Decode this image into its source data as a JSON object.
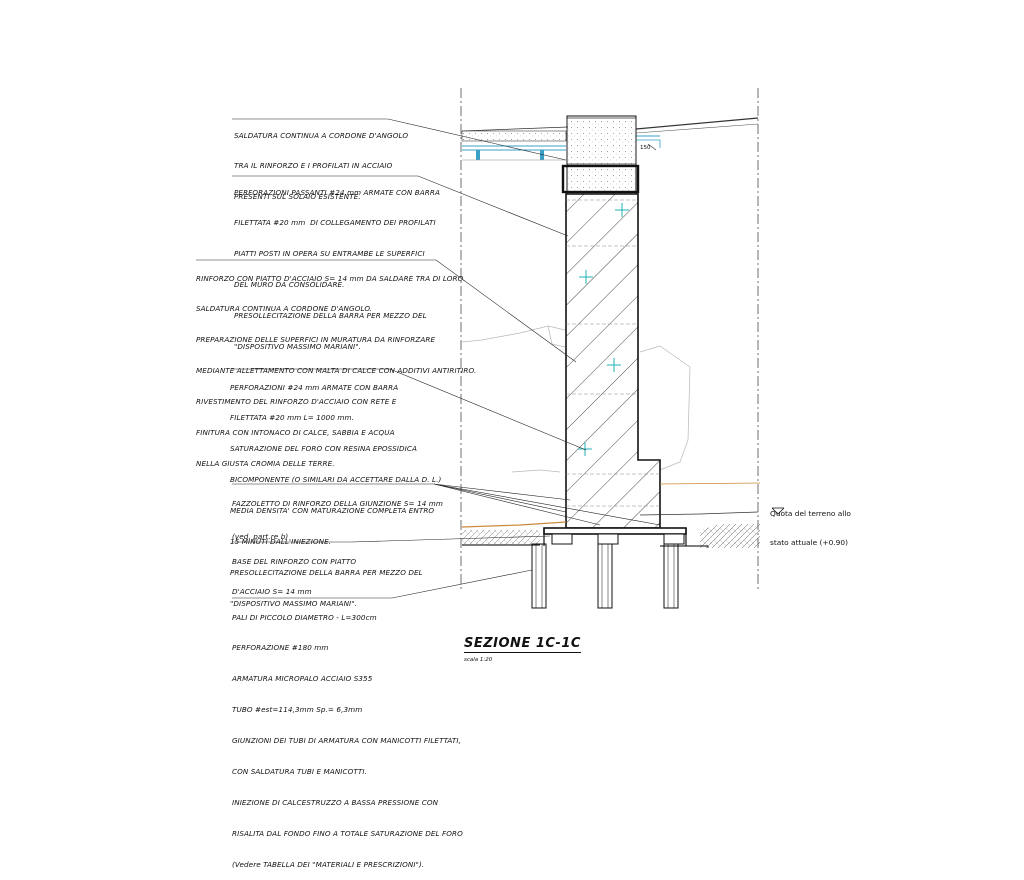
{
  "title": "SEZIONE 1C-1C",
  "scale": "scala 1:20",
  "dimension": "150",
  "ground_level": [
    "Quota del terreno allo",
    "stato attuale (+0.90)"
  ],
  "notes": [
    [
      "SALDATURA CONTINUA A CORDONE D'ANGOLO",
      "TRA IL RINFORZO E I PROFILATI IN ACCIAIO",
      "PRESENTI SUL SOLAIO ESISTENTE."
    ],
    [
      "PERFORAZIONI PASSANTI #24 mm ARMATE CON BARRA",
      "FILETTATA #20 mm  DI COLLEGAMENTO DEI PROFILATI",
      "PIATTI POSTI IN OPERA SU ENTRAMBE LE SUPERFICI",
      "DEL MURO DA CONSOLIDARE.",
      "PRESOLLECITAZIONE DELLA BARRA PER MEZZO DEL",
      "\"DISPOSITIVO MASSIMO MARIANI\"."
    ],
    [
      "RINFORZO CON PIATTO D'ACCIAIO S= 14 mm DA SALDARE TRA DI LORO.",
      "SALDATURA CONTINUA A CORDONE D'ANGOLO.",
      "PREPARAZIONE DELLE SUPERFICI IN MURATURA DA RINFORZARE",
      "MEDIANTE ALLETTAMENTO CON MALTA DI CALCE CON ADDITIVI ANTIRITIRO.",
      "RIVESTIMENTO DEL RINFORZO D'ACCIAIO CON RETE E",
      "FINITURA CON INTONACO DI CALCE, SABBIA E ACQUA",
      "NELLA GIUSTA CROMIA DELLE TERRE."
    ],
    [
      "PERFORAZIONI #24 mm ARMATE CON BARRA",
      "FILETTATA #20 mm L= 1000 mm.",
      "SATURAZIONE DEL FORO CON RESINA EPOSSIDICA",
      "BICOMPONENTE (O SIMILARI DA ACCETTARE DALLA D. L.)",
      "MEDIA DENSITA' CON MATURAZIONE COMPLETA ENTRO",
      "15 MINUTI DALL'INIEZIONE.",
      "PRESOLLECITAZIONE DELLA BARRA PER MEZZO DEL",
      "\"DISPOSITIVO MASSIMO MARIANI\"."
    ],
    [
      "FAZZOLETTO DI RINFORZO DELLA GIUNZIONE S= 14 mm",
      "(ved. part.re b)"
    ],
    [
      "BASE DEL RINFORZO CON PIATTO",
      "D'ACCIAIO S= 14 mm"
    ],
    [
      "PALI DI PICCOLO DIAMETRO - L=300cm",
      "PERFORAZIONE #180 mm",
      "ARMATURA MICROPALO ACCIAIO S355",
      "TUBO #est=114,3mm Sp.= 6,3mm",
      "GIUNZIONI DEI TUBI DI ARMATURA CON MANICOTTI FILETTATI,",
      "CON SALDATURA TUBI E MANICOTTI.",
      "INIEZIONE DI CALCESTRUZZO A BASSA PRESSIONE CON",
      "RISALITA DAL FONDO FINO A TOTALE SATURAZIONE DEL FORO",
      "(Vedere TABELLA DEI \"MATERIALI E PRESCRIZIONI\")."
    ]
  ],
  "colors": {
    "line": "#111111",
    "rebar": "#1fb3b8",
    "ground": "#c98a3a",
    "slab_blue": "#3aa0c8",
    "faint": "#b8b8b8"
  }
}
